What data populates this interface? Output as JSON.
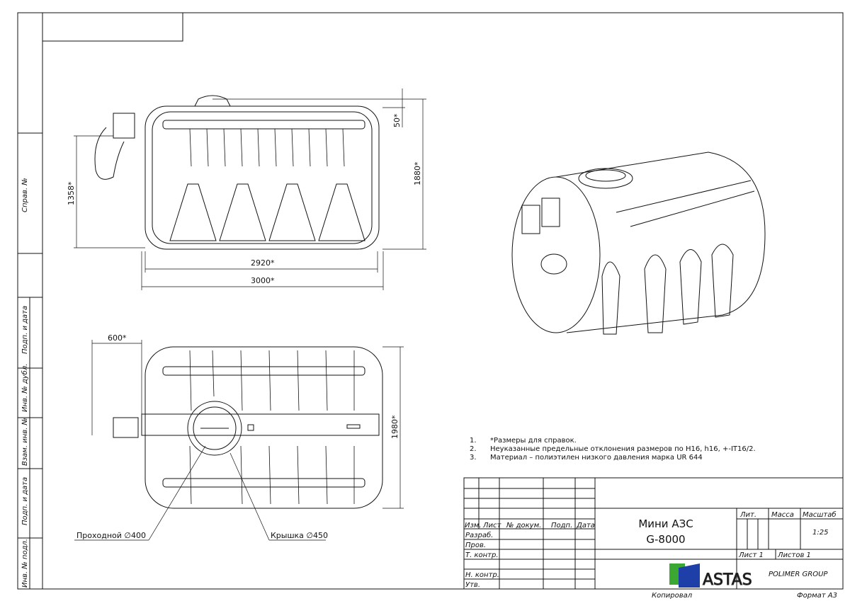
{
  "side_strip": [
    "Справ. №",
    "Подп. и дата",
    "Инв. № дубл.",
    "Взам. инв. №",
    "Подп. и дата",
    "Инв. № подл."
  ],
  "dimensions": {
    "side_view": {
      "d2920": "2920*",
      "d3000": "3000*",
      "d1358": "1358*",
      "d1880": "1880*",
      "d50": "50*"
    },
    "top_view": {
      "d600": "600*",
      "d1980": "1980*"
    }
  },
  "callouts": {
    "manhole": "Проходной ∅400",
    "lid": "Крышка ∅450"
  },
  "notes": [
    {
      "num": "1.",
      "text": "*Размеры для справок."
    },
    {
      "num": "2.",
      "text": "Неуказанные предельные отклонения размеров по H16, h16, +-IT16/2."
    },
    {
      "num": "3.",
      "text": "Материал – полиэтилен низкого давления марка UR 644"
    }
  ],
  "title_block": {
    "headers": [
      "Изм.",
      "Лист",
      "№ докум.",
      "Подп.",
      "Дата"
    ],
    "roles": [
      "Разраб.",
      "Пров.",
      "Т. контр.",
      "Н. контр.",
      "Утв."
    ],
    "title_line1": "Мини АЗС",
    "title_line2": "G-8000",
    "lit_label": "Лит.",
    "mass_label": "Масса",
    "scale_label": "Масштаб",
    "scale_value": "1:25",
    "sheet": "Лист 1",
    "sheets": "Листов 1",
    "company": "POLIMER GROUP",
    "copied": "Копировал",
    "format": "Формат А3"
  },
  "watermark": "ASTAS"
}
